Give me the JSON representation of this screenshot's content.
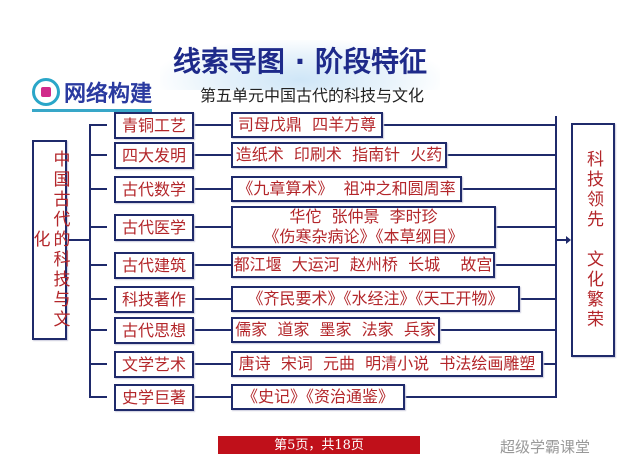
{
  "header": {
    "title": "线索导图 · 阶段特征",
    "section": "网络构建",
    "subtitle": "第五单元中国古代的科技与文化"
  },
  "diagram": {
    "root": "中国古代的科技与文化",
    "result": "科技领先　文化繁荣",
    "rows": [
      {
        "category": "青铜工艺",
        "detail": "司母戊鼎  四羊方尊"
      },
      {
        "category": "四大发明",
        "detail": "造纸术  印刷术  指南针  火药"
      },
      {
        "category": "古代数学",
        "detail": "《九章算术》  祖冲之和圆周率"
      },
      {
        "category": "古代医学",
        "detail": "华佗  张仲景  李时珍\n《伤寒杂病论》《本草纲目》"
      },
      {
        "category": "古代建筑",
        "detail": "都江堰  大运河  赵州桥  长城    故宫"
      },
      {
        "category": "科技著作",
        "detail": "《齐民要术》《水经注》《天工开物》"
      },
      {
        "category": "古代思想",
        "detail": "儒家  道家  墨家  法家  兵家"
      },
      {
        "category": "文学艺术",
        "detail": "唐诗  宋词  元曲  明清小说  书法绘画雕塑"
      },
      {
        "category": "史学巨著",
        "detail": "《史记》《资治通鉴》"
      }
    ],
    "colors": {
      "text": "#b3262a",
      "border": "#1f2a6b"
    }
  },
  "footer": {
    "page": "第5页，共18页",
    "watermark": "超级学霸课堂"
  }
}
